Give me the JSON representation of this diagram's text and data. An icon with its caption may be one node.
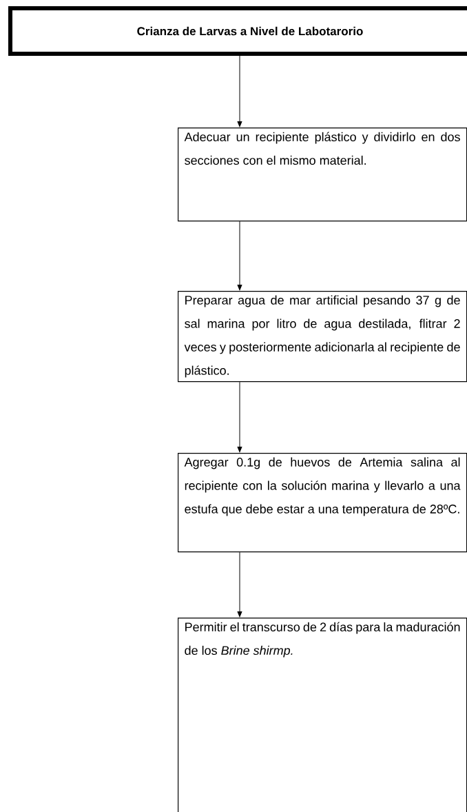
{
  "diagram": {
    "nodes": [
      {
        "text": [
          "Crianza de Larvas a Nivel de Labotarorio"
        ]
      },
      {
        "text": [
          "Adecuar un recipiente plástico y dividirlo en dos secciones con el mismo material."
        ]
      },
      {
        "text": [
          "Preparar agua de mar artificial pesando 37 g de sal marina por litro de agua destilada, flitrar 2 veces y posteriormente adicionarla al recipiente de plástico."
        ]
      },
      {
        "text": [
          "Agregar 0.1g de huevos de Artemia salina al recipiente con la solución marina y llevarlo a una estufa que debe estar a una temperatura de 28ºC."
        ]
      },
      {
        "text": [
          "Permitir el transcurso de 2 días para la maduración de los *Brine shirmp.*"
        ]
      }
    ],
    "edges": [
      {
        "from": 0,
        "to": 1,
        "arrow": "to"
      },
      {
        "from": 1,
        "to": 2,
        "arrow": "to"
      },
      {
        "from": 2,
        "to": 3,
        "arrow": "to"
      },
      {
        "from": 3,
        "to": 4,
        "arrow": "to"
      }
    ]
  }
}
